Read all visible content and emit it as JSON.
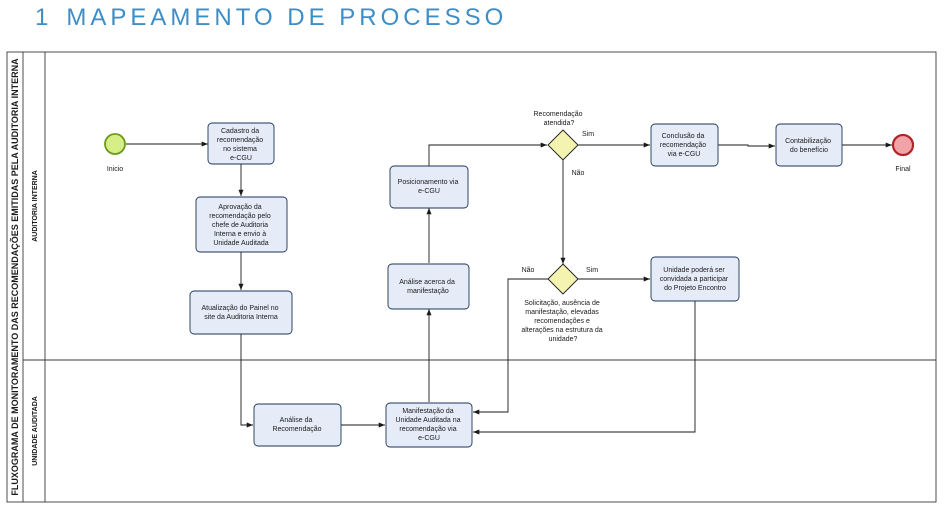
{
  "title": {
    "number": "1",
    "text": "MAPEAMENTO DE PROCESSO"
  },
  "pool_title": "FLUXOGRAMA DE MONITORAMENTO DAS RECOMENDAÇÕES EMITIDAS PELA AUDITORIA INTERNA",
  "lanes": {
    "top": "AUDITORIA INTERNA",
    "bottom": "UNIDADE AUDITADA"
  },
  "events": {
    "start": "Inicio",
    "end": "Final"
  },
  "tasks": {
    "cadastro": [
      "Cadastro da",
      "recomendação",
      "no sistema",
      "e-CGU"
    ],
    "aprovacao": [
      "Aprovação da",
      "recomendação pelo",
      "chefe de Auditoria",
      "Interna e envio à",
      "Unidade Auditada"
    ],
    "atualizacao": [
      "Atualização do Painel no",
      "site da Auditoria Interna"
    ],
    "analise_rec": [
      "Análise da",
      "Recomendação"
    ],
    "manifestacao": [
      "Manifestação da",
      "Unidade Auditada na",
      "recomendação via",
      "e-CGU"
    ],
    "analise_manif": [
      "Análise acerca da",
      "manifestação"
    ],
    "posicionamento": [
      "Posicionamento via",
      "e-CGU"
    ],
    "conclusao": [
      "Conclusão da",
      "recomendação",
      "via e-CGU"
    ],
    "contabilizacao": [
      "Contabilização",
      "do benefício"
    ],
    "convidada": [
      "Unidade poderá ser",
      "convidada a participar",
      "do Projeto Encontro"
    ]
  },
  "gateways": {
    "g1": {
      "question": [
        "Recomendação",
        "atendida?"
      ],
      "yes": "Sim",
      "no": "Não"
    },
    "g2": {
      "question": [
        "Solicitação, ausência de",
        "manifestação, elevadas",
        "recomendações e",
        "alterações na estrutura da",
        "unidade?"
      ],
      "yes": "Sim",
      "no": "Não"
    }
  },
  "colors": {
    "title": "#3e8ec6",
    "task_fill": "#e5ecf8",
    "start_fill": "#d7ee87",
    "start_stroke": "#6b9a1b",
    "end_fill": "#f2a3a8",
    "end_stroke": "#b1222a",
    "gateway_fill": "#f4f3b0"
  }
}
